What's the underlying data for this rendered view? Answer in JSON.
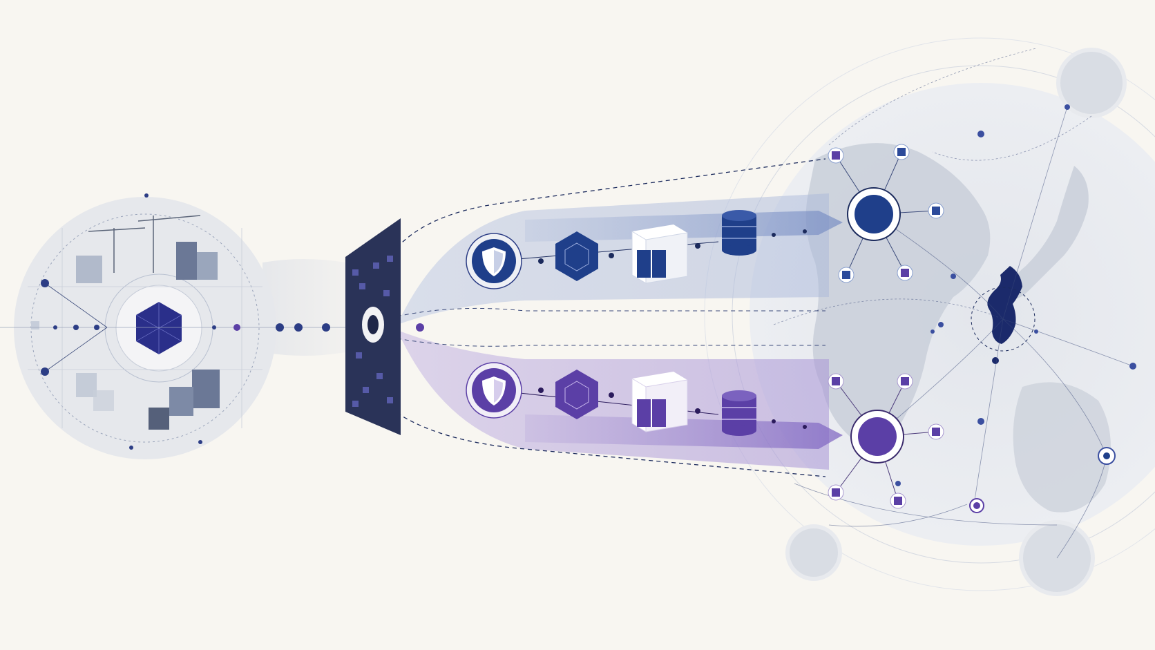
{
  "colors": {
    "background": "#f8f6f1",
    "navy": "#1f3f8a",
    "deep_navy": "#1b2a5c",
    "purple": "#5b3fa6",
    "panel_dark": "#2a3358",
    "gray_blue": "#7f8ea6",
    "light_gray": "#dfe3ea",
    "map_gray": "#c9cfd9",
    "highlight_region": "#1b2a6b"
  },
  "icons": {
    "source_core": "hexagon-cube-icon",
    "gateway": "filter-panel-icon",
    "security": "shield-icon",
    "processing": "hexagon-cube-icon",
    "facility": "building-icon",
    "storage": "database-icon",
    "hub": "network-hub-icon",
    "map": "east-asia-map-icon"
  },
  "pipelines": [
    {
      "id": "upper",
      "color": "navy"
    },
    {
      "id": "lower",
      "color": "purple"
    }
  ]
}
